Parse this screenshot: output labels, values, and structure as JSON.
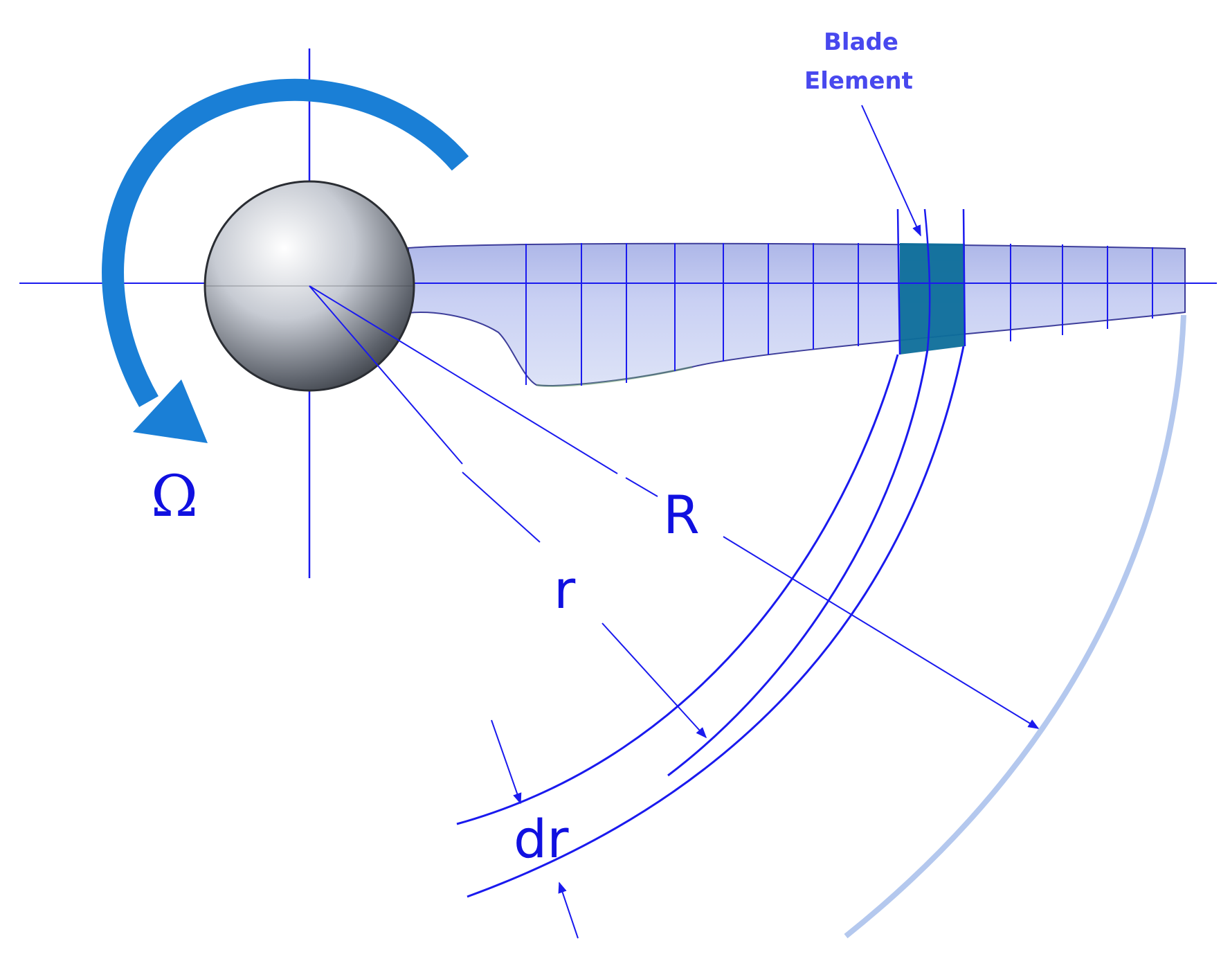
{
  "labels": {
    "blade_line1": "Blade",
    "blade_line2": "Element",
    "omega": "Ω",
    "R": "R",
    "r": "r",
    "dr": "dr"
  },
  "colors": {
    "rotation_arrow": "#1a7fd6",
    "lines": "#1a1aee",
    "blade_fill": "#c5cdf3",
    "blade_element": "#0d6e9a",
    "tip_arc": "#b4c8ee",
    "hub": "#c8ccd4"
  }
}
